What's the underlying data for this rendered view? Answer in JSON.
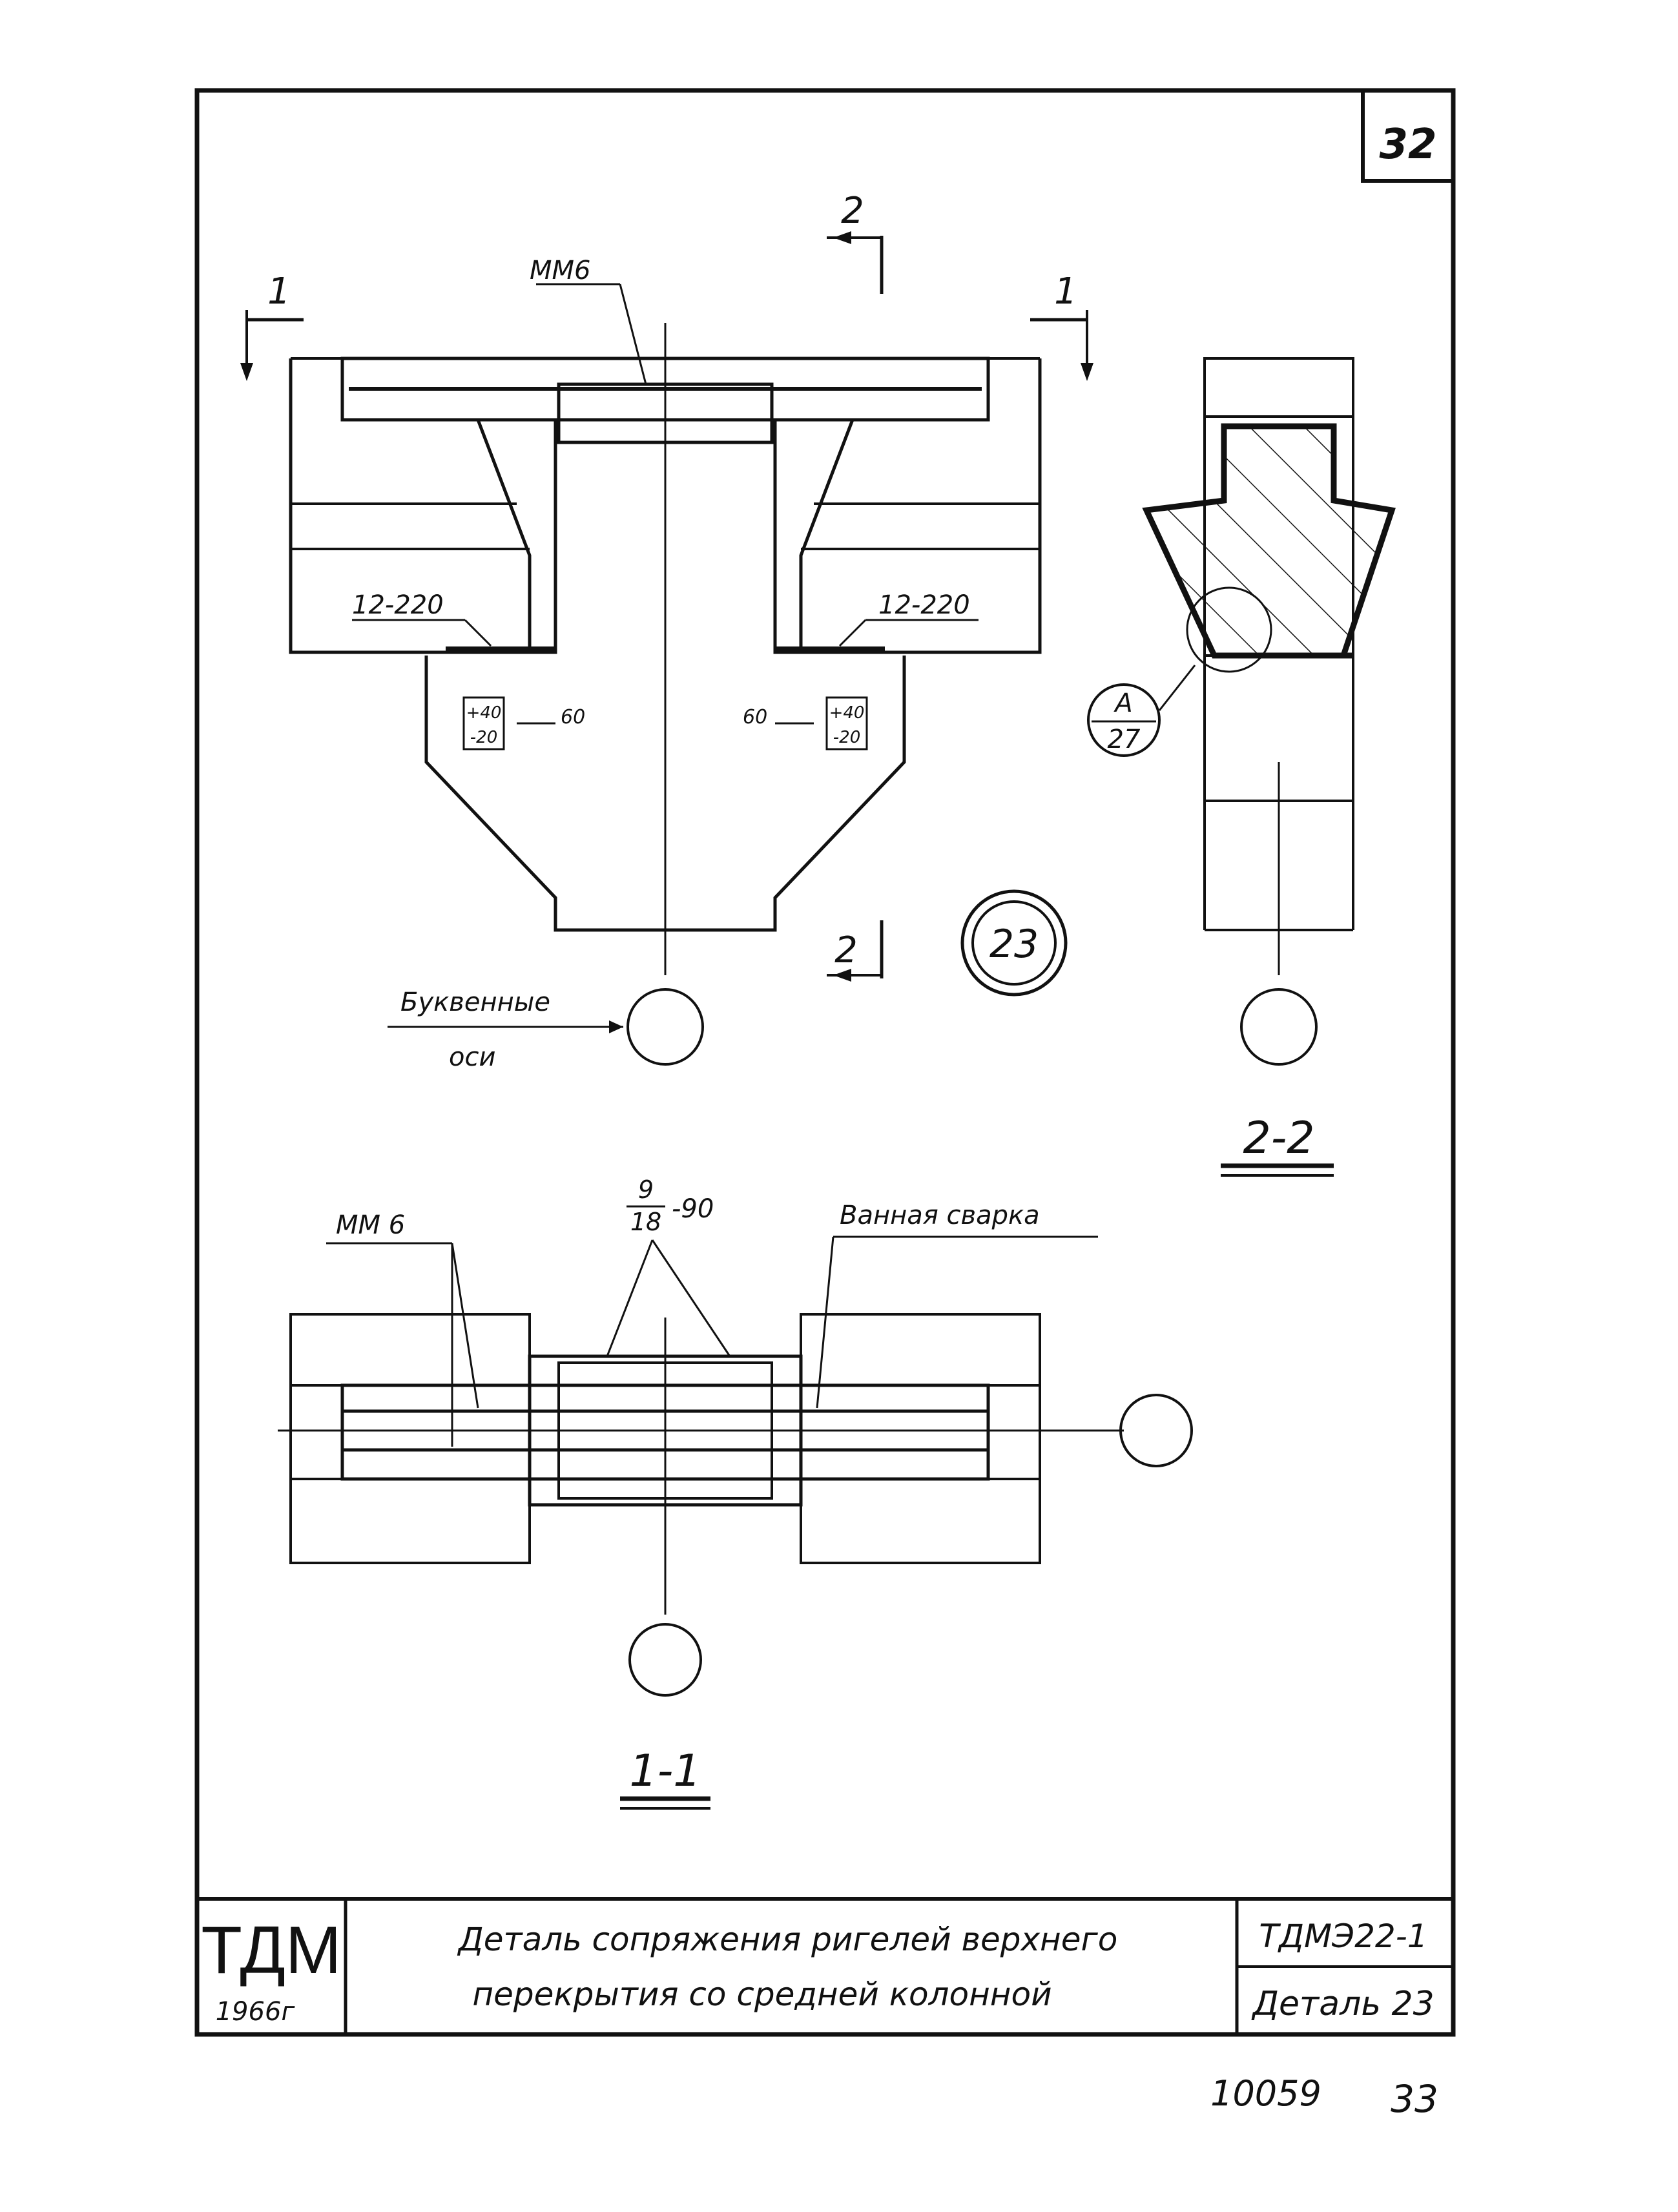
{
  "sheet_number": "32",
  "detail_badge": "23",
  "callout": {
    "letter": "A",
    "sheet": "27"
  },
  "labels": {
    "mm6_top": "ММ6",
    "rebar_left": "12-220",
    "rebar_right": "12-220",
    "tol_left": [
      "+40",
      "-20"
    ],
    "tol_right": [
      "+40",
      "-20"
    ],
    "dim_left": "60",
    "dim_right": "60",
    "axes_line1": "Буквенные",
    "axes_line2": "оси",
    "mm6_plan": "ММ 6",
    "frac_num": "9",
    "frac_den": "18",
    "frac_tail": "-90",
    "bath_weld": "Ванная сварка"
  },
  "section_marks": {
    "top_left": "1",
    "top_right": "1",
    "top_center": "2",
    "bottom_center": "2"
  },
  "view_titles": {
    "section_22": "2-2",
    "section_11": "1-1"
  },
  "title_block": {
    "org": "ТДМ",
    "year": "1966г",
    "title_line1": "Деталь сопряжения ригелей верхнего",
    "title_line2": "перекрытия со средней колонной",
    "code": "ТДМЭ22-1",
    "detail": "Деталь 23"
  },
  "footer": {
    "doc_number": "10059",
    "page": "33"
  }
}
